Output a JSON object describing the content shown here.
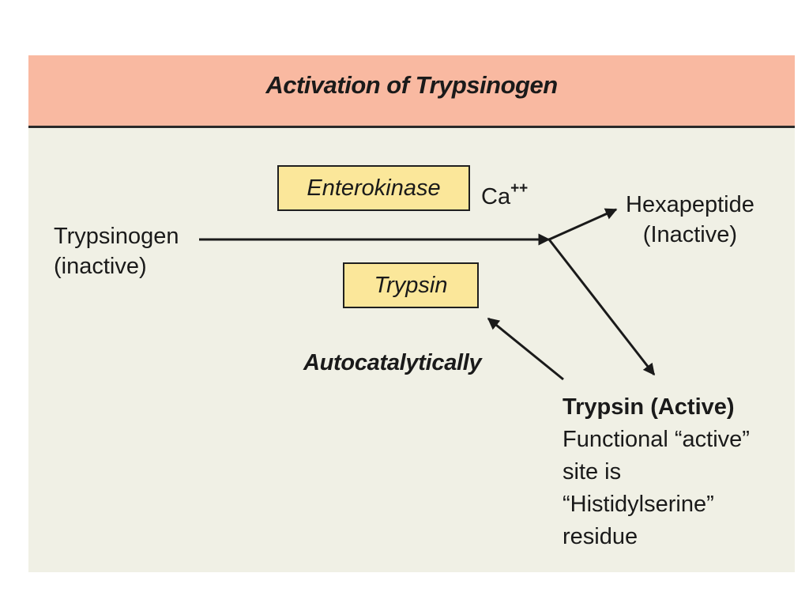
{
  "title": "Activation of Trypsinogen",
  "enzymes": {
    "enterokinase": "Enterokinase",
    "cofactor": "Ca",
    "cofactor_charge": "++",
    "trypsin": "Trypsin"
  },
  "substrate": {
    "line1": "Trypsinogen",
    "line2": "(inactive)"
  },
  "product_hexapeptide": {
    "line1": "Hexapeptide",
    "line2": "(Inactive)"
  },
  "autocatalysis_label": "Autocatalytically",
  "product_trypsin": {
    "heading": "Trypsin (Active)",
    "line1": "Functional “active”",
    "line2": "site is",
    "line3": "“Histidylserine”",
    "line4": "residue"
  },
  "colors": {
    "header": "#f9b9a1",
    "panel": "#f0f0e5",
    "box_fill": "#fbe79a",
    "ink": "#1a1a1a"
  }
}
